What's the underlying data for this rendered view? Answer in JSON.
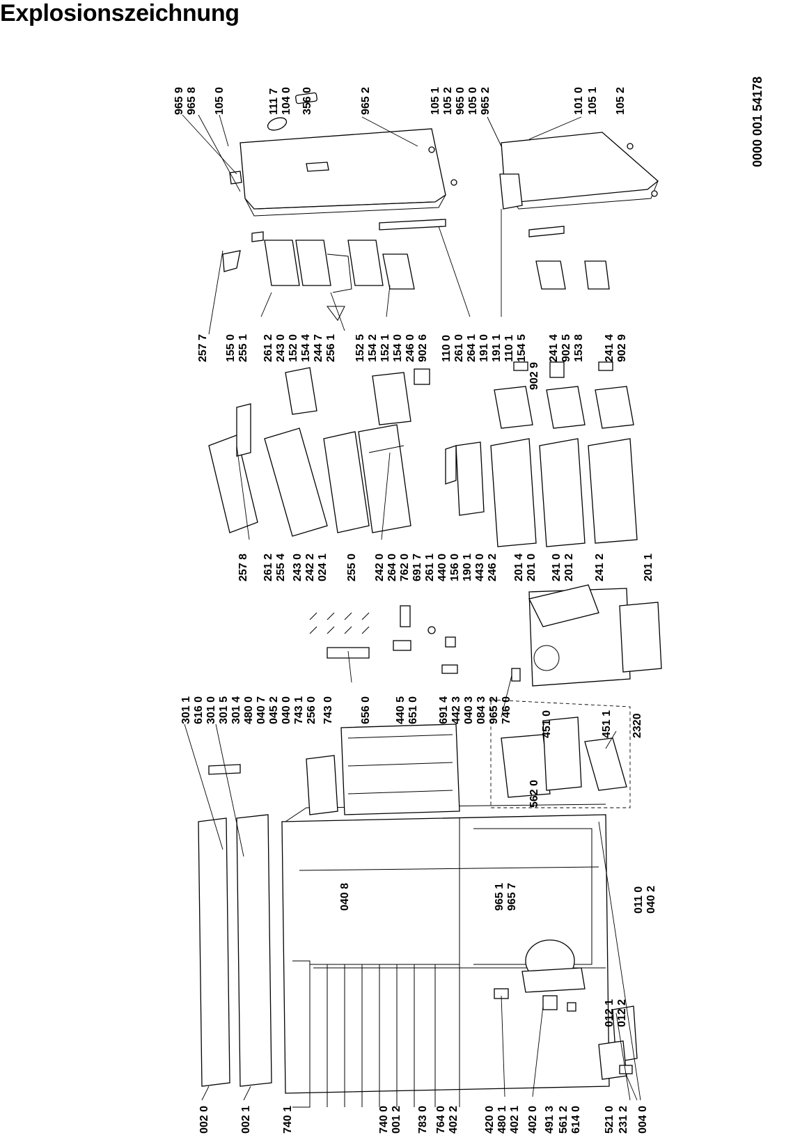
{
  "title": "Explosionszeichnung",
  "document_number": "0000 001 54178",
  "labels": {
    "bottom": [
      "002 0",
      "002 1",
      "740 1",
      "740 0",
      "001 2",
      "783 0",
      "764 0",
      "402 2",
      "420 0",
      "480 1",
      "402 1",
      "402 0",
      "491 3",
      "561 2",
      "614 0",
      "521 0",
      "231 2",
      "004 0"
    ],
    "mid_cabinet": [
      "040 8",
      "965 1",
      "965 7",
      "012 1",
      "012 2",
      "011 0",
      "040 2"
    ],
    "upper_left": [
      "301 1",
      "616 0",
      "301 0",
      "301 5",
      "301 4",
      "480 0",
      "040 7",
      "045 2",
      "040 0",
      "743 1",
      "256 0",
      "743 0"
    ],
    "mid": [
      "656 0",
      "440 5",
      "651 0",
      "691 4",
      "442 3",
      "040 3",
      "084 3",
      "965 2",
      "746 0",
      "562 0",
      "451 0",
      "451 1",
      "2320"
    ],
    "shelves": [
      "257 8",
      "261 2",
      "255 4",
      "243 0",
      "242 2",
      "024 1",
      "255 0",
      "242 0",
      "264 0",
      "762 0",
      "691 7",
      "261 1",
      "440 0",
      "156 0",
      "190 1",
      "443 0",
      "246 2",
      "201 4",
      "201 0",
      "241 0",
      "201 2",
      "241 2",
      "201 1"
    ],
    "door_items": [
      "257 7",
      "155 0",
      "255 1",
      "261 2",
      "243 0",
      "152 0",
      "154 4",
      "244 7",
      "256 1",
      "152 5",
      "154 2",
      "152 1",
      "154 0",
      "246 0",
      "902 6",
      "110 0",
      "261 0",
      "264 1",
      "191 0",
      "191 1",
      "110 1",
      "154 5",
      "902 9",
      "241 4",
      "902 5",
      "153 8",
      "241 4",
      "902 9"
    ],
    "top": [
      "965 9",
      "965 8",
      "105 0",
      "111 7",
      "104 0",
      "356 0",
      "965 2",
      "105 1",
      "105 2",
      "965 0",
      "105 0",
      "965 2",
      "101 0",
      "105 1",
      "105 2"
    ]
  }
}
